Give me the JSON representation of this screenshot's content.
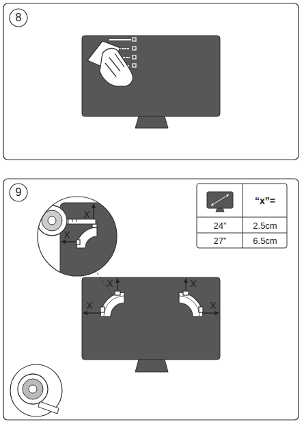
{
  "diagram": {
    "labels": [
      "8",
      "9",
      "X",
      "X",
      "X",
      "X",
      "X",
      "X",
      "“x”=",
      "24”",
      "2.5cm",
      "27”",
      "6.5cm"
    ]
  }
}
